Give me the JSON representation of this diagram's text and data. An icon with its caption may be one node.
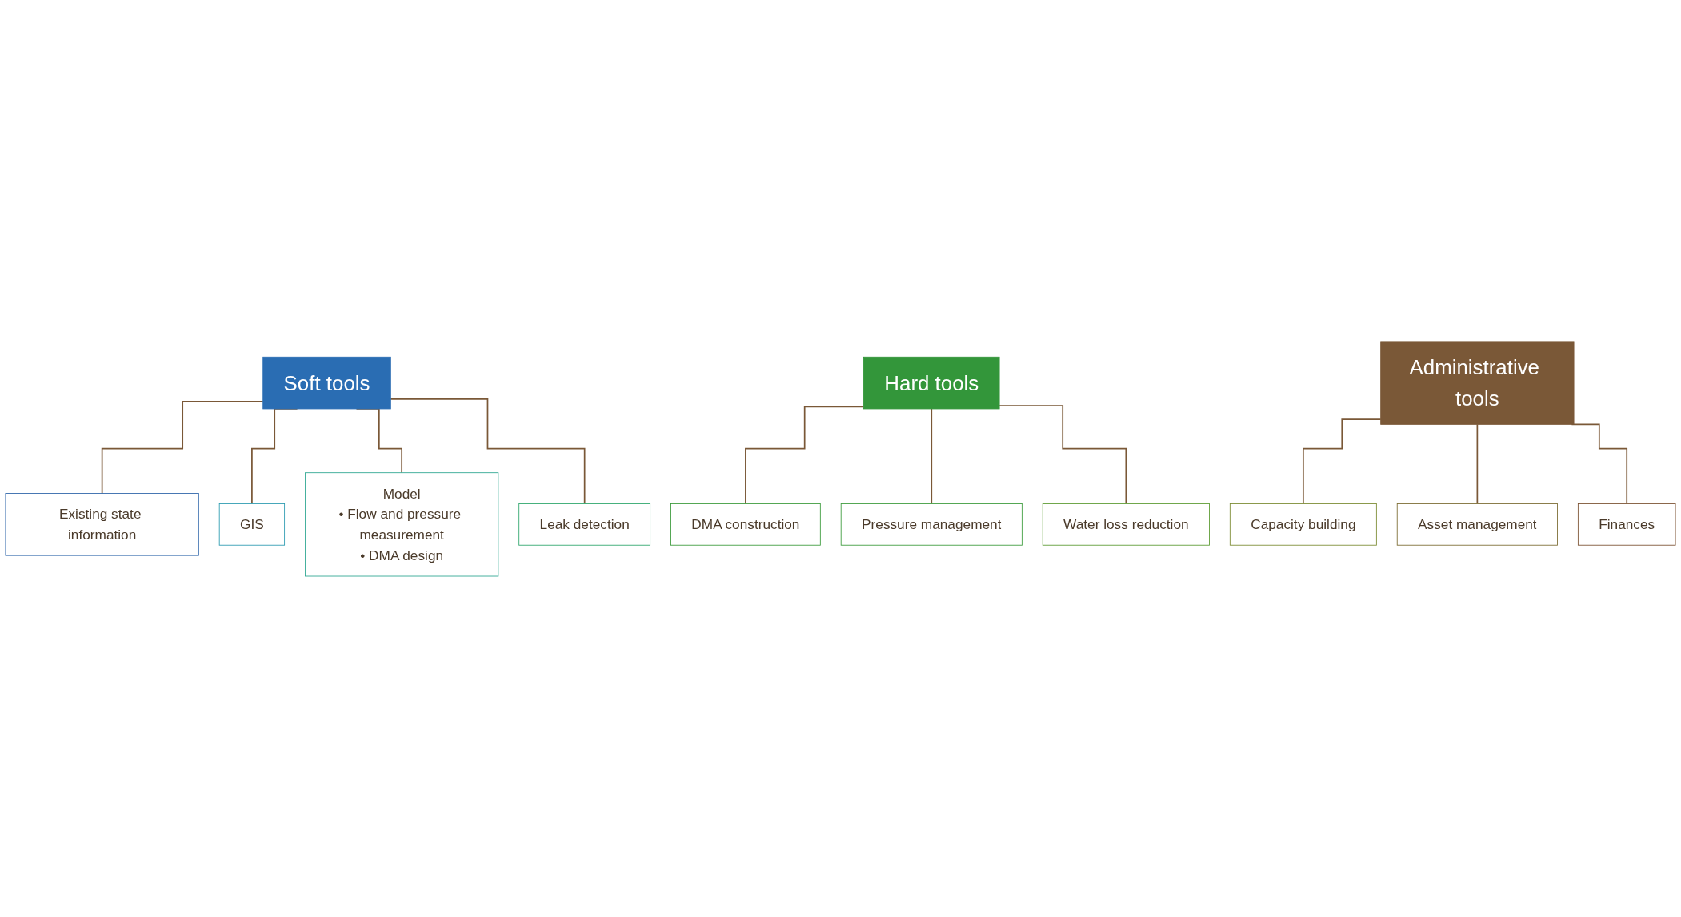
{
  "diagram": {
    "nodes": [
      {
        "text": [
          "Soft tools"
        ]
      },
      {
        "text": [
          "Existing state information"
        ]
      },
      {
        "text": [
          "GIS"
        ]
      },
      {
        "text": [
          "Model",
          "• Flow and pressure measurement",
          "• DMA design"
        ]
      },
      {
        "text": [
          "Leak detection"
        ]
      },
      {
        "text": [
          "Hard tools"
        ]
      },
      {
        "text": [
          "DMA construction"
        ]
      },
      {
        "text": [
          "Pressure management"
        ]
      },
      {
        "text": [
          "Water loss reduction"
        ]
      },
      {
        "text": [
          "Administrative tools"
        ]
      },
      {
        "text": [
          "Capacity building"
        ]
      },
      {
        "text": [
          "Asset management"
        ]
      },
      {
        "text": [
          "Finances"
        ]
      }
    ],
    "edges": [
      {
        "from": 0,
        "to": 1,
        "arrow": "none"
      },
      {
        "from": 0,
        "to": 2,
        "arrow": "none"
      },
      {
        "from": 0,
        "to": 3,
        "arrow": "none"
      },
      {
        "from": 0,
        "to": 4,
        "arrow": "none"
      },
      {
        "from": 5,
        "to": 6,
        "arrow": "none"
      },
      {
        "from": 5,
        "to": 7,
        "arrow": "none"
      },
      {
        "from": 5,
        "to": 8,
        "arrow": "none"
      },
      {
        "from": 9,
        "to": 10,
        "arrow": "none"
      },
      {
        "from": 9,
        "to": 11,
        "arrow": "none"
      },
      {
        "from": 9,
        "to": 12,
        "arrow": "none"
      }
    ]
  }
}
